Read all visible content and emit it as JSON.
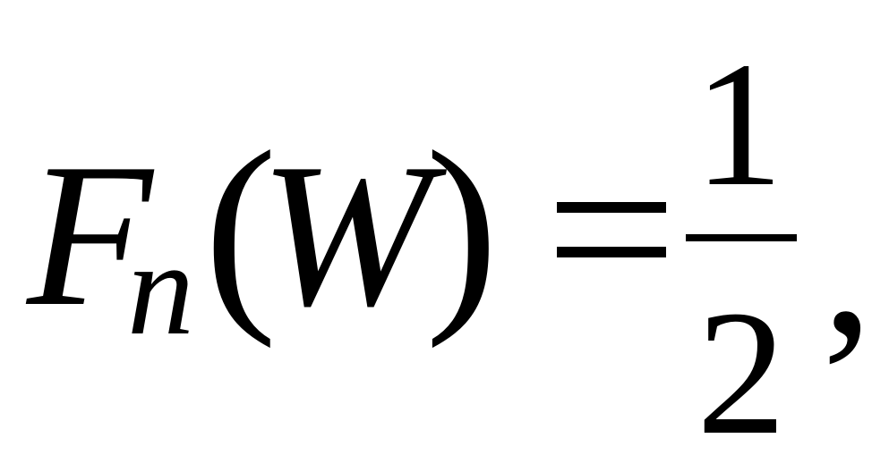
{
  "formula": {
    "function_letter": "F",
    "subscript": "n",
    "open_paren": "(",
    "argument": "W",
    "close_paren": ")",
    "numerator": "1",
    "denominator": "2",
    "trailing_punctuation": ","
  }
}
